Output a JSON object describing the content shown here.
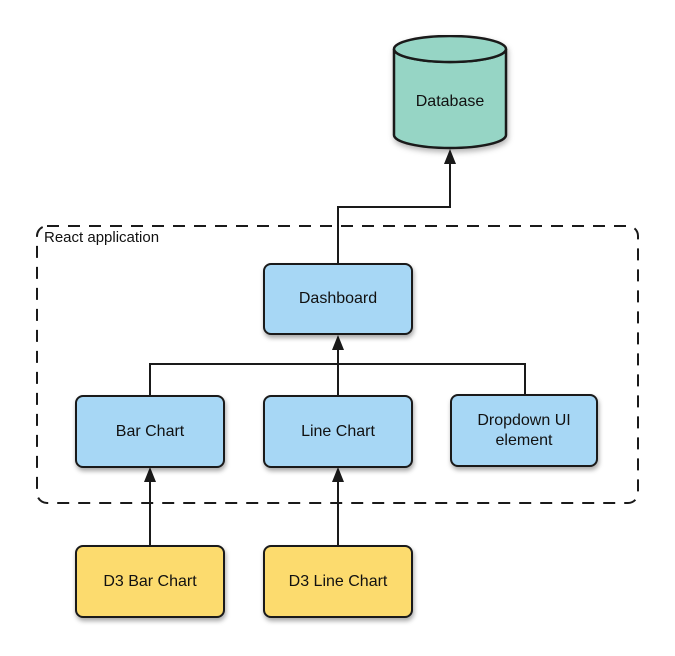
{
  "diagram": {
    "group": {
      "label": "React application"
    },
    "nodes": {
      "database": {
        "label": "Database",
        "shape": "cylinder",
        "color_key": "node-teal"
      },
      "dashboard": {
        "label": "Dashboard",
        "shape": "rounded-box",
        "color_key": "node-blue"
      },
      "bar_chart": {
        "label": "Bar Chart",
        "shape": "rounded-box",
        "color_key": "node-blue"
      },
      "line_chart": {
        "label": "Line Chart",
        "shape": "rounded-box",
        "color_key": "node-blue"
      },
      "dropdown": {
        "label": "Dropdown UI element",
        "shape": "rounded-box",
        "color_key": "node-blue"
      },
      "d3_bar_chart": {
        "label": "D3 Bar Chart",
        "shape": "rounded-box",
        "color_key": "node-yellow"
      },
      "d3_line_chart": {
        "label": "D3 Line Chart",
        "shape": "rounded-box",
        "color_key": "node-yellow"
      }
    },
    "edges": [
      {
        "from": "dashboard",
        "to": "database",
        "arrow": true
      },
      {
        "from": "bar_chart",
        "to": "dashboard",
        "arrow": true
      },
      {
        "from": "line_chart",
        "to": "dashboard",
        "arrow": true
      },
      {
        "from": "dropdown",
        "to": "dashboard",
        "arrow": true
      },
      {
        "from": "d3_bar_chart",
        "to": "bar_chart",
        "arrow": true
      },
      {
        "from": "d3_line_chart",
        "to": "line_chart",
        "arrow": true
      }
    ]
  },
  "colors": {
    "node-blue": "#A7D7F5",
    "node-teal": "#96D5C5",
    "node-yellow": "#FCDB6E",
    "stroke": "#1A1A1A"
  }
}
